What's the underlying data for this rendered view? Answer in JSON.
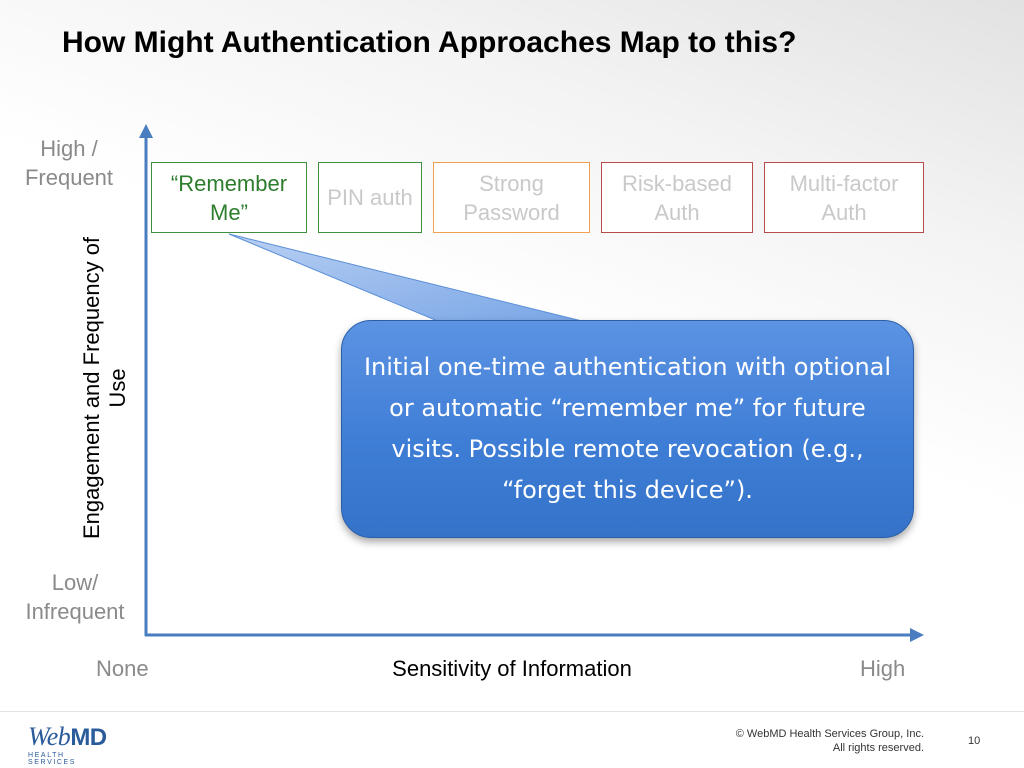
{
  "title": "How Might Authentication Approaches Map to this?",
  "y_axis": {
    "label": "Engagement and Frequency of Use",
    "top_label": "High / Frequent",
    "bottom_label": "Low/ Infrequent"
  },
  "x_axis": {
    "label": "Sensitivity of Information",
    "left_label": "None",
    "right_label": "High"
  },
  "approaches": [
    {
      "label": "“Remember Me”",
      "border_color": "#3f8f3f",
      "text_color": "#2e7d2e"
    },
    {
      "label": "PIN auth",
      "border_color": "#3f8f3f",
      "text_color": "#c9c9c9"
    },
    {
      "label": "Strong Password",
      "border_color": "#f0a050",
      "text_color": "#c9c9c9"
    },
    {
      "label": "Risk-based Auth",
      "border_color": "#b84a4a",
      "text_color": "#c9c9c9"
    },
    {
      "label": "Multi-factor Auth",
      "border_color": "#b84a4a",
      "text_color": "#c9c9c9"
    }
  ],
  "callout": {
    "text": "Initial one-time authentication with optional or automatic “remember me” for future visits. Possible remote revocation (e.g., “forget this device”).",
    "color": "#3f7ed6"
  },
  "footer": {
    "logo_web": "Web",
    "logo_md": "MD",
    "logo_sub": "HEALTH SERVICES",
    "copyright_line1": "© WebMD Health Services Group, Inc.",
    "copyright_line2": "All rights reserved.",
    "page_number": "10"
  },
  "colors": {
    "axis": "#4a7cc0",
    "brand": "#2a5b9a"
  }
}
